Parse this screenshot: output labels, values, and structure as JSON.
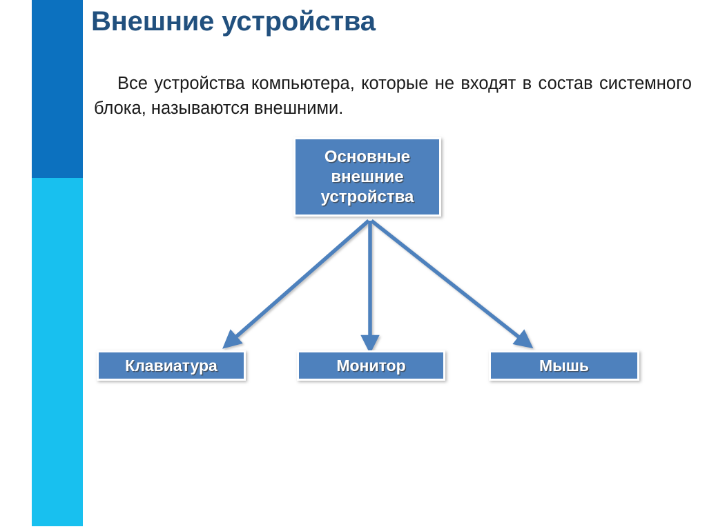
{
  "slide": {
    "title": "Внешние устройства",
    "body_text": "Все  устройства компьютера, которые не входят в состав системного блока, называются внешними.",
    "colors": {
      "title": "#21507e",
      "accent_top": "#0c71bf",
      "accent_bottom": "#18c0ef",
      "node_fill": "#4e81bd",
      "node_border": "#ffffff",
      "arrow": "#4e81bd",
      "body_text": "#1a1a1a",
      "background": "#ffffff"
    }
  },
  "diagram": {
    "type": "hierarchy",
    "root": {
      "label": "Основные внешние устройства",
      "lines": [
        "Основные",
        "внешние",
        "устройства"
      ]
    },
    "children": [
      {
        "label": "Клавиатура"
      },
      {
        "label": "Монитор"
      },
      {
        "label": "Мышь"
      }
    ],
    "connectors": [
      {
        "from": "root",
        "to": "Клавиатура",
        "style": "arrow"
      },
      {
        "from": "root",
        "to": "Монитор",
        "style": "arrow"
      },
      {
        "from": "root",
        "to": "Мышь",
        "style": "arrow"
      }
    ]
  }
}
